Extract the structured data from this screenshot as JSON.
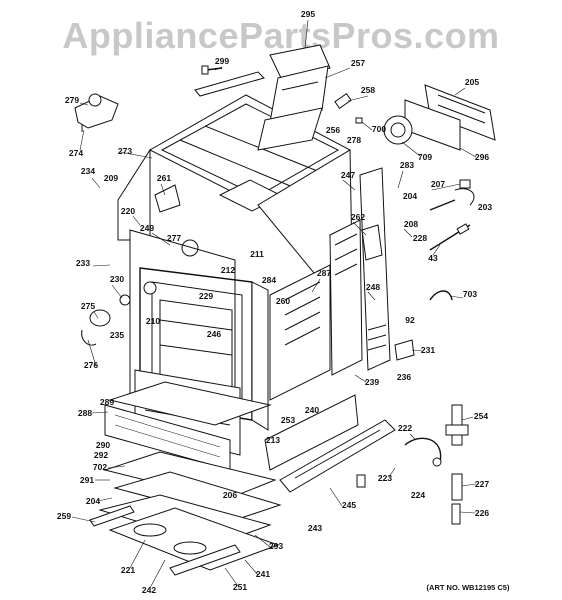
{
  "watermark": "AppliancePartsPros.com",
  "art_number": "(ART NO. WB12195 C5)",
  "part_numbers": [
    "295",
    "299",
    "257",
    "279",
    "258",
    "205",
    "274",
    "700",
    "256",
    "278",
    "273",
    "709",
    "296",
    "234",
    "209",
    "261",
    "283",
    "207",
    "204",
    "203",
    "247",
    "220",
    "262",
    "208",
    "249",
    "277",
    "228",
    "211",
    "43",
    "212",
    "233",
    "284",
    "287",
    "230",
    "229",
    "275",
    "260",
    "248",
    "703",
    "92",
    "210",
    "246",
    "235",
    "276",
    "231",
    "239",
    "236",
    "289",
    "240",
    "254",
    "288",
    "253",
    "222",
    "213",
    "290",
    "292",
    "223",
    "227",
    "702",
    "291",
    "206",
    "204",
    "245",
    "224",
    "259",
    "243",
    "226",
    "293",
    "221",
    "241",
    "242",
    "251"
  ]
}
